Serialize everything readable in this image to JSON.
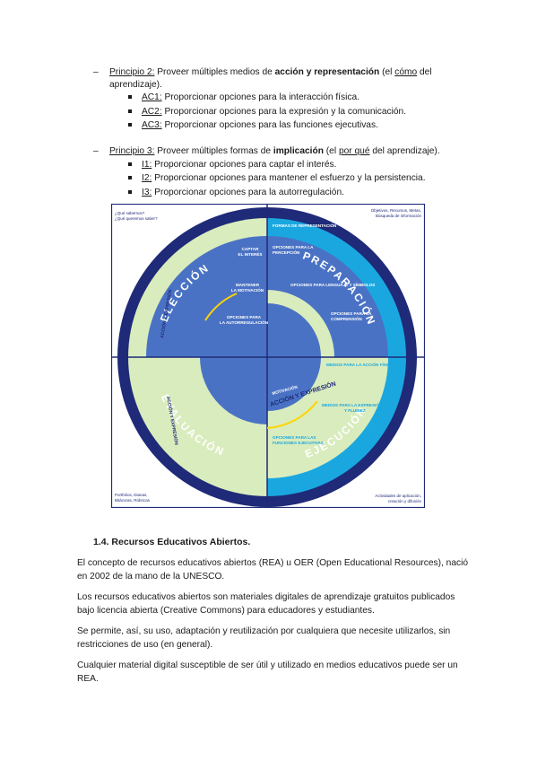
{
  "principles": [
    {
      "link": "Principio 2:",
      "pre": " Proveer múltiples medios de ",
      "bold": "acción y representación",
      "mid": " (el ",
      "underlined": "cómo",
      "post": " del",
      "cont": "aprendizaje).",
      "items": [
        {
          "code": "AC1:",
          "text": " Proporcionar opciones para la interacción física."
        },
        {
          "code": "AC2:",
          "text": " Proporcionar opciones para la expresión y la comunicación."
        },
        {
          "code": "AC3:",
          "text": " Proporcionar opciones para las funciones ejecutivas."
        }
      ]
    },
    {
      "link": "Principio 3:",
      "pre": " Proveer múltiples formas de ",
      "bold": "implicación",
      "mid": " (el ",
      "underlined": "por qué",
      "post": " del aprendizaje).",
      "items": [
        {
          "code": "I1:",
          "text": " Proporcionar opciones para captar el interés."
        },
        {
          "code": "I2:",
          "text": " Proporcionar opciones para mantener el esfuerzo y la persistencia."
        },
        {
          "code": "I3:",
          "text": " Proporcionar opciones para la autorregulación."
        }
      ]
    }
  ],
  "dash_glyph": "–",
  "diagram": {
    "corner_tl": [
      "¿Qué sabemos?",
      "¿Qué queremos saber?"
    ],
    "corner_tr": [
      "Objetivos, Recursos, Metas,",
      "Búsqueda de información"
    ],
    "corner_bl": [
      "Portfolios, Dianas,",
      "Bitácoras, Rúbricas"
    ],
    "corner_br": [
      "Actividades de aplicación,",
      "creación y difusión"
    ],
    "ring_eleccion": "ELECCIÓN",
    "ring_preparacion": "PREPARACIÓN",
    "ring_evaluacion": "EVALUACIÓN",
    "ring_ejecucion": "EJECUCIÓN",
    "captar": [
      "CAPTAR",
      "EL INTERÉS"
    ],
    "mantener": [
      "MANTENER",
      "LA MOTIVACIÓN"
    ],
    "autorregulacion": [
      "OPCIONES PARA",
      "LA AUTORREGULACIÓN"
    ],
    "percepcion": [
      "OPCIONES PARA LA",
      "PERCEPCIÓN"
    ],
    "lenguaje": "OPCIONES PARA LENGUAJE Y SÍMBOLOS",
    "comprension": [
      "OPCIONES PARA LA",
      "COMPRENSIÓN"
    ],
    "formas_rep": "FORMAS DE REPRESENTACIÓN",
    "accion_fisica": "MEDIOS PARA LA ACCIÓN FÍSICA",
    "expresion": [
      "MEDIOS PARA LA EXPRESIÓN",
      "Y FLUIDEZ"
    ],
    "ejecutivas": [
      "OPCIONES PARA LAS",
      "FUNCIONES EJECUTIVAS"
    ],
    "accion_expresion": "ACCIÓN Y EXPRESIÓN",
    "motivacion": "MOTIVACIÓN"
  },
  "section": {
    "heading": "1.4. Recursos Educativos Abiertos.",
    "paragraphs": [
      [
        "El concepto de recursos educativos abiertos (REA) u OER (Open Educational Resources), nació",
        "en 2002 de la mano de la UNESCO."
      ],
      [
        "Los recursos educativos abiertos son materiales digitales de aprendizaje gratuitos publicados",
        "bajo licencia abierta (Creative Commons) para educadores y estudiantes."
      ],
      [
        "Se permite, así, su uso, adaptación y reutilización por cualquiera que necesite utilizarlos, sin",
        "restricciones de uso (en general)."
      ],
      [
        "Cualquier material digital susceptible de ser útil y utilizado en medios educativos puede ser un",
        "REA."
      ]
    ]
  },
  "colors": {
    "navy": "#1f2a78",
    "blue": "#4a72c4",
    "light_green": "#d9ecbd",
    "cyan": "#1aa7e0",
    "yellow": "#ffd400"
  }
}
